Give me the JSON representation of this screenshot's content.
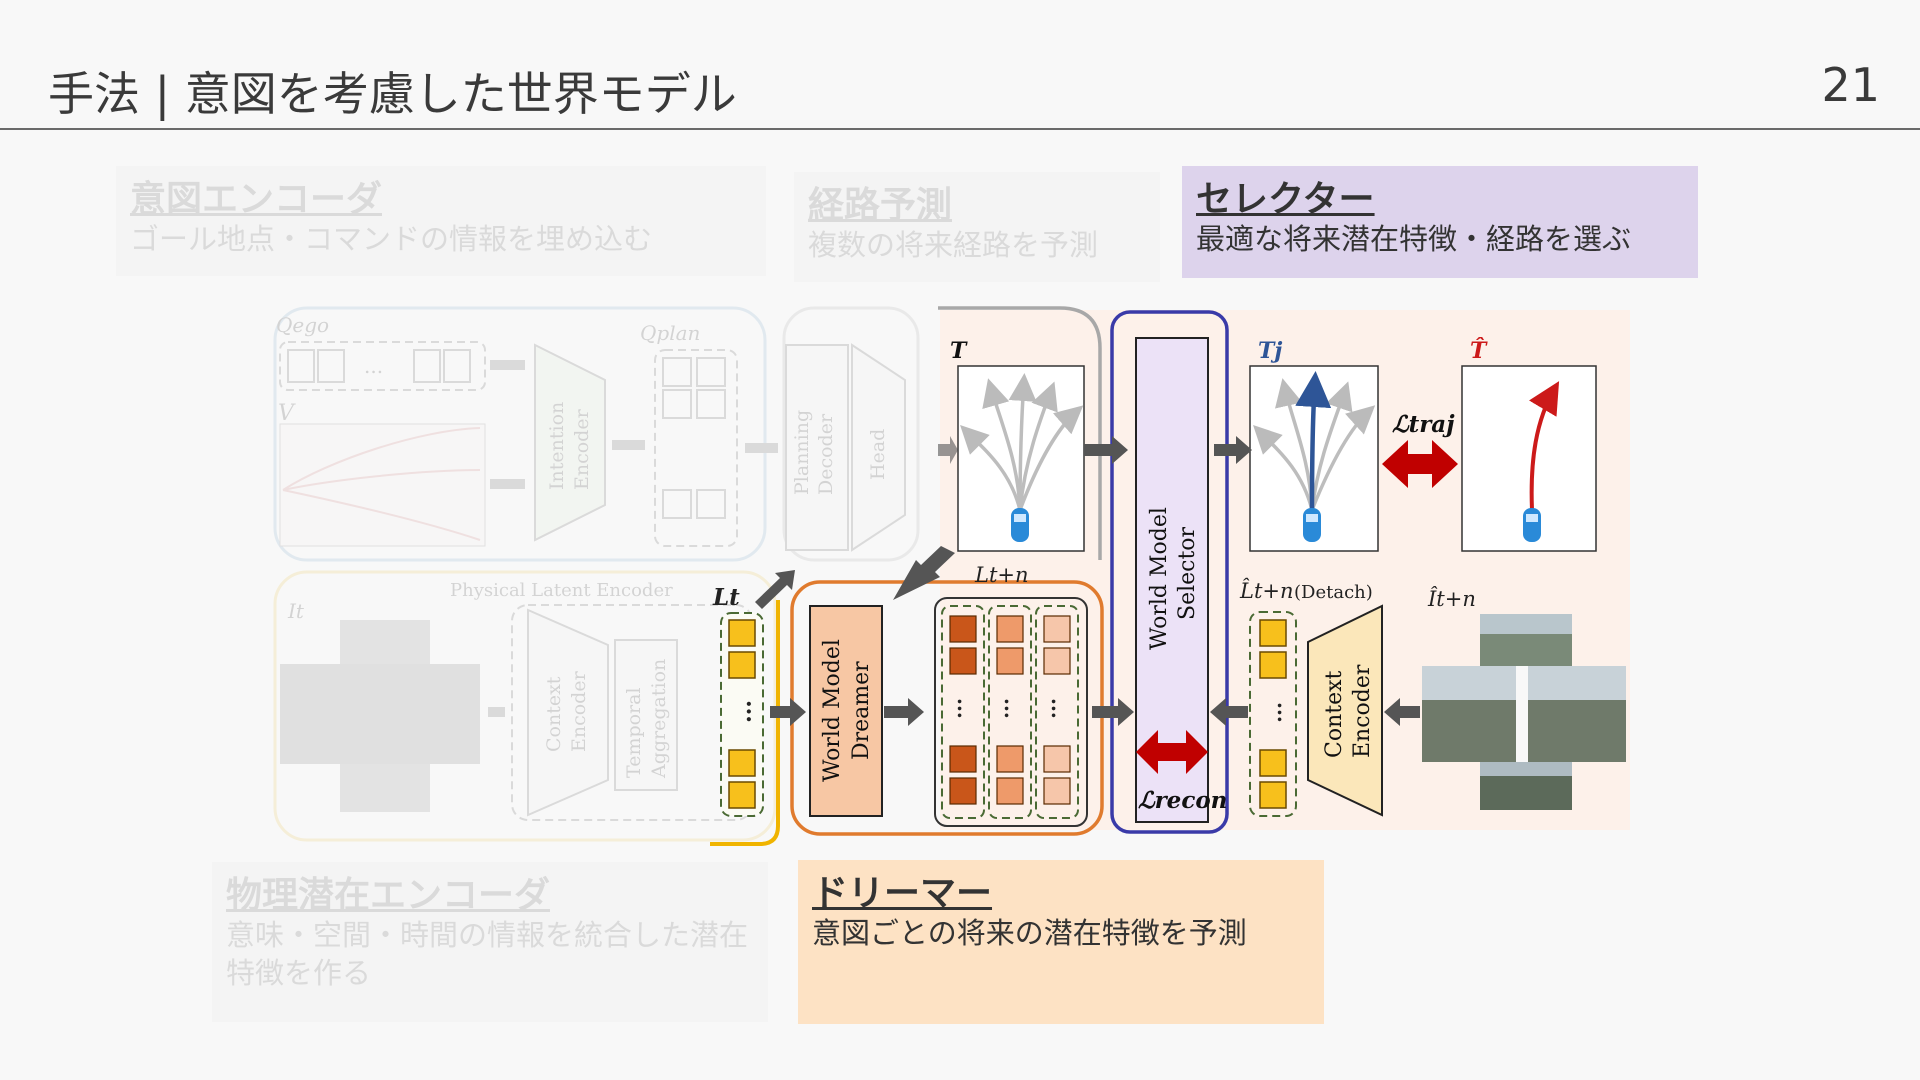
{
  "header": {
    "title": "手法 | 意図を考慮した世界モデル",
    "page_number": "21"
  },
  "labels": {
    "intent_encoder": {
      "title": "意図エンコーダ",
      "desc": "ゴール地点・コマンドの情報を埋め込む"
    },
    "route_prediction": {
      "title": "経路予測",
      "desc": "複数の将来経路を予測"
    },
    "selector": {
      "title": "セレクター",
      "desc": "最適な将来潜在特徴・経路を選ぶ"
    },
    "physical_encoder": {
      "title": "物理潜在エンコーダ",
      "desc": "意味・空間・時間の情報を統合した潜在特徴を作る"
    },
    "dreamer": {
      "title": "ドリーマー",
      "desc": "意図ごとの将来の潜在特徴を予測"
    }
  },
  "figure": {
    "q_ego": "Qego",
    "v": "V",
    "q_plan": "Qplan",
    "intention_encoder": [
      "Intention",
      "Encoder"
    ],
    "planning_decoder": [
      "Planning",
      "Decoder"
    ],
    "head": "Head",
    "physical_latent_encoder": "Physical Latent Encoder",
    "i_t": "It",
    "context_encoder_left": [
      "Context",
      "Encoder"
    ],
    "temporal_aggregation": [
      "Temporal",
      "Aggregation"
    ],
    "l_t": "Lt",
    "l_t_n": "Lt+n",
    "world_model_dreamer": [
      "World Model",
      "Dreamer"
    ],
    "t_label": "T",
    "world_model_selector": [
      "World Model",
      "Selector"
    ],
    "l_recon": "ℒrecon",
    "t_j": "Tj",
    "t_hat": "T̂",
    "l_traj": "ℒtraj",
    "l_hat_detach": "L̂t+n",
    "detach": "(Detach)",
    "i_hat": "Ît+n",
    "context_encoder_right": [
      "Context",
      "Encoder"
    ],
    "ellipsis": "..."
  },
  "colors": {
    "selector_bg": "#ddd3ec",
    "dreamer_bg": "#fde2c4",
    "selector_border": "#3a3aa8",
    "dreamer_border": "#e07b2e",
    "lt_border": "#f0b400",
    "loss_arrow": "#c00000",
    "chosen_path": "#2e5597",
    "gt_path": "#cc1a1a"
  }
}
